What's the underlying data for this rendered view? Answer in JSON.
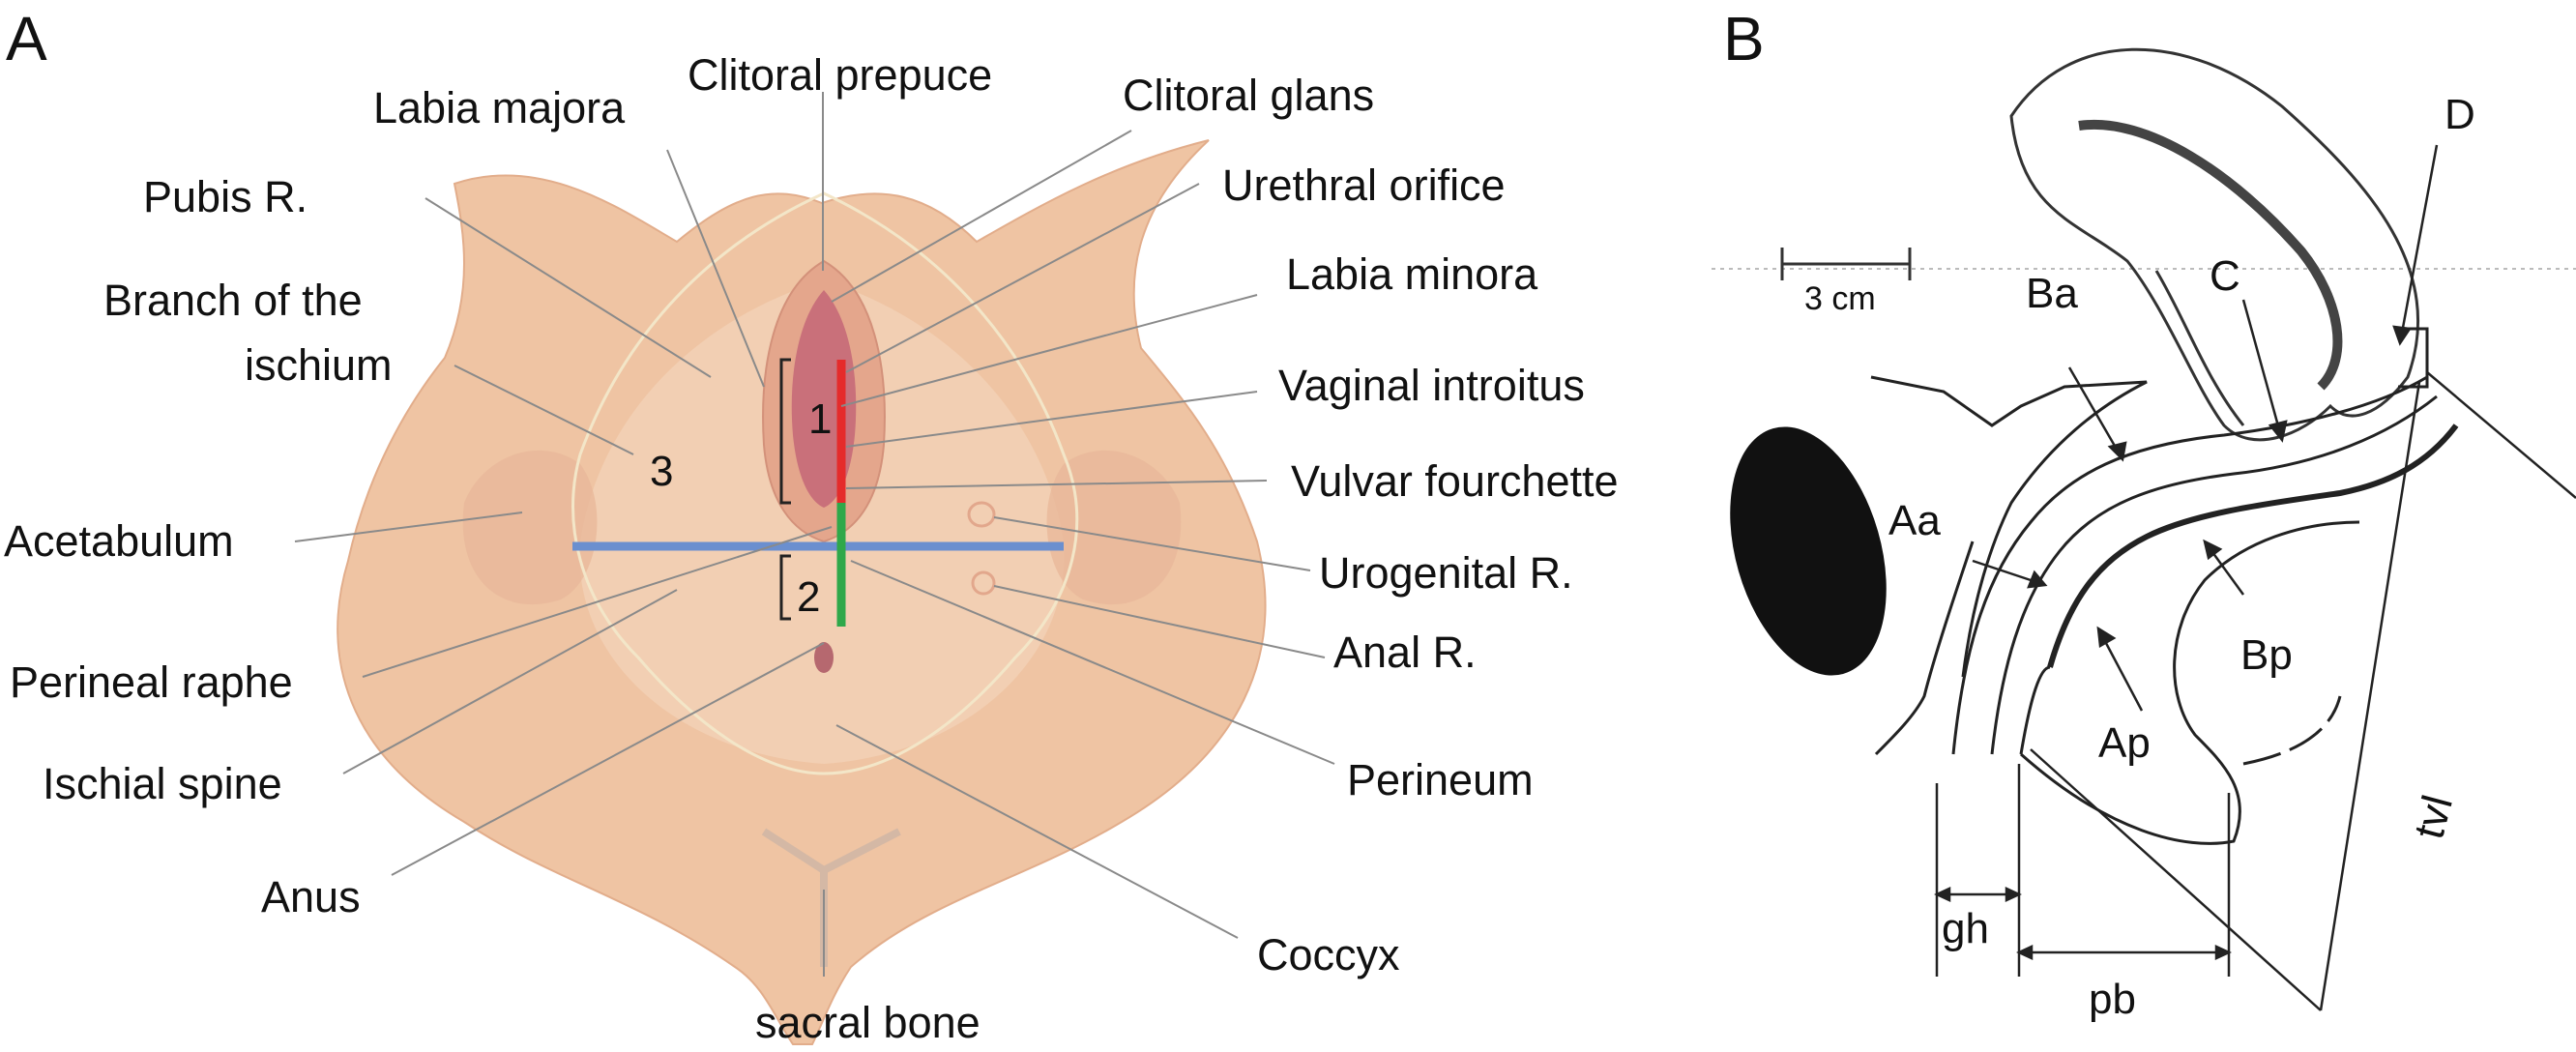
{
  "panel_a": {
    "panel_label": "A",
    "labels": {
      "clitoral_prepuce": "Clitoral prepuce",
      "labia_majora": "Labia majora",
      "clitoral_glans": "Clitoral glans",
      "pubis_r": "Pubis R.",
      "urethral_orifice": "Urethral orifice",
      "labia_minora": "Labia minora",
      "branch_ischium_line1": "Branch of the",
      "branch_ischium_line2": "ischium",
      "vaginal_introitus": "Vaginal introitus",
      "vulvar_fourchette": "Vulvar fourchette",
      "acetabulum": "Acetabulum",
      "urogenital_r": "Urogenital R.",
      "anal_r": "Anal R.",
      "perineal_raphe": "Perineal raphe",
      "ischial_spine": "Ischial spine",
      "perineum": "Perineum",
      "anus": "Anus",
      "coccyx": "Coccyx",
      "sacral_bone": "sacral bone"
    },
    "region_numbers": {
      "one": "1",
      "two": "2",
      "three": "3"
    },
    "colors": {
      "red_segment": "#e52b2b",
      "green_segment": "#2fa84a",
      "blue_line": "#6b8fcf",
      "skin": "#efc6a6",
      "leader": "#8a8a8a"
    }
  },
  "panel_b": {
    "panel_label": "B",
    "scale_label": "3 cm",
    "labels": {
      "ba": "Ba",
      "c": "C",
      "d": "D",
      "aa": "Aa",
      "bp": "Bp",
      "ap": "Ap",
      "tvl": "tvl",
      "gh": "gh",
      "pb": "pb"
    }
  }
}
